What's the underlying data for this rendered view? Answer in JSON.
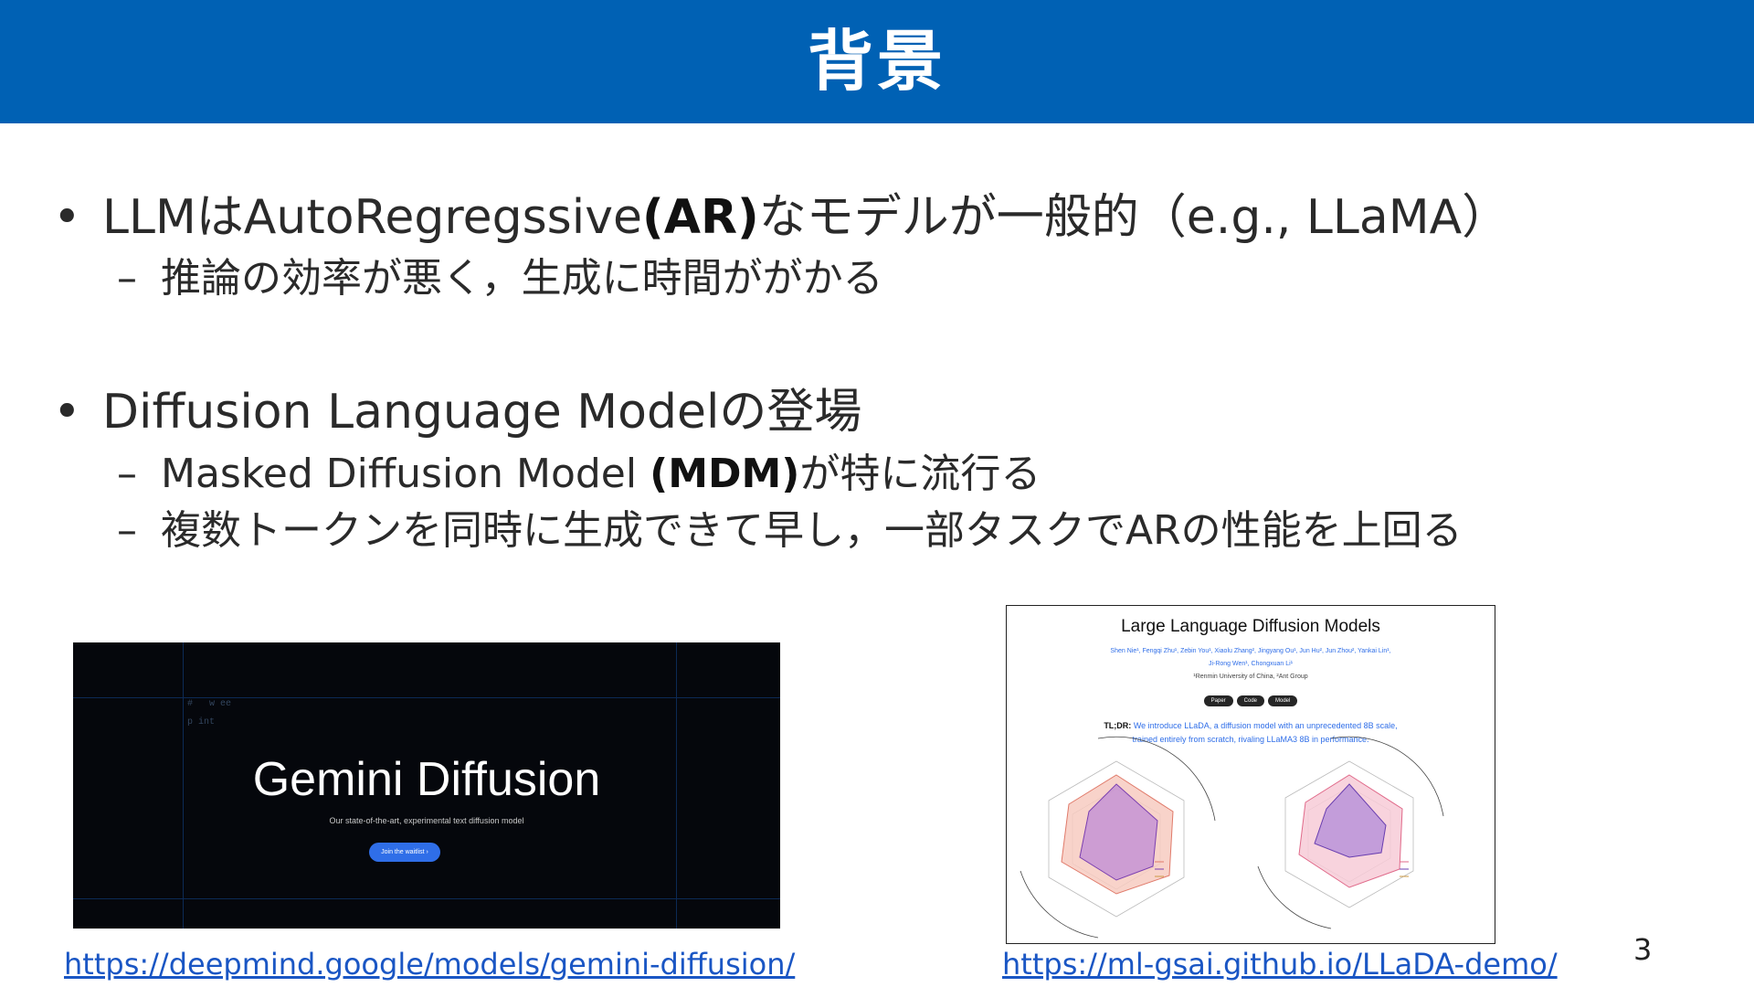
{
  "slide": {
    "title": "背景",
    "page_number": "3",
    "bullets": [
      {
        "marker": "•",
        "pre": "LLMはAutoRegregssive",
        "bold": "(AR)",
        "post": "なモデルが一般的（e.g., LLaMA）",
        "subs": [
          {
            "marker": "–",
            "pre": "推論の効率が悪く，生成に時間ががかる",
            "bold": "",
            "post": ""
          }
        ]
      },
      {
        "marker": "•",
        "pre": "Diffusion Language Modelの登場",
        "bold": "",
        "post": "",
        "subs": [
          {
            "marker": "–",
            "pre": "Masked Diffusion Model ",
            "bold": "(MDM)",
            "post": "が特に流行る"
          },
          {
            "marker": "–",
            "pre": "複数トークンを同時に生成できて早し，一部タスクでARの性能を上回る",
            "bold": "",
            "post": ""
          }
        ]
      }
    ],
    "screenshots": {
      "gemini": {
        "title": "Gemini Diffusion",
        "subtitle": "Our state-of-the-art, experimental text diffusion model",
        "button": "Join the waitlist  ›",
        "link": "https://deepmind.google/models/gemini-diffusion/"
      },
      "llada": {
        "title": "Large Language Diffusion Models",
        "authors_line1": "Shen Nie¹, Fengqi Zhu¹, Zebin You¹, Xiaolu Zhang², Jingyang Ou¹, Jun Hu², Jun Zhou², Yankai Lin¹,",
        "authors_line2": "Ji-Rong Wen¹, Chongxuan Li¹",
        "affiliation": "¹Renmin University of China, ²Ant Group",
        "buttons": [
          "Paper",
          "Code",
          "Model"
        ],
        "tldr_label": "TL;DR:",
        "tldr_line1": "We introduce LLaDA, a diffusion model with an unprecedented 8B scale,",
        "tldr_line2": "trained entirely from scratch, rivaling LLaMA3 8B in performance.",
        "link": "https://ml-gsai.github.io/LLaDA-demo/"
      }
    }
  }
}
